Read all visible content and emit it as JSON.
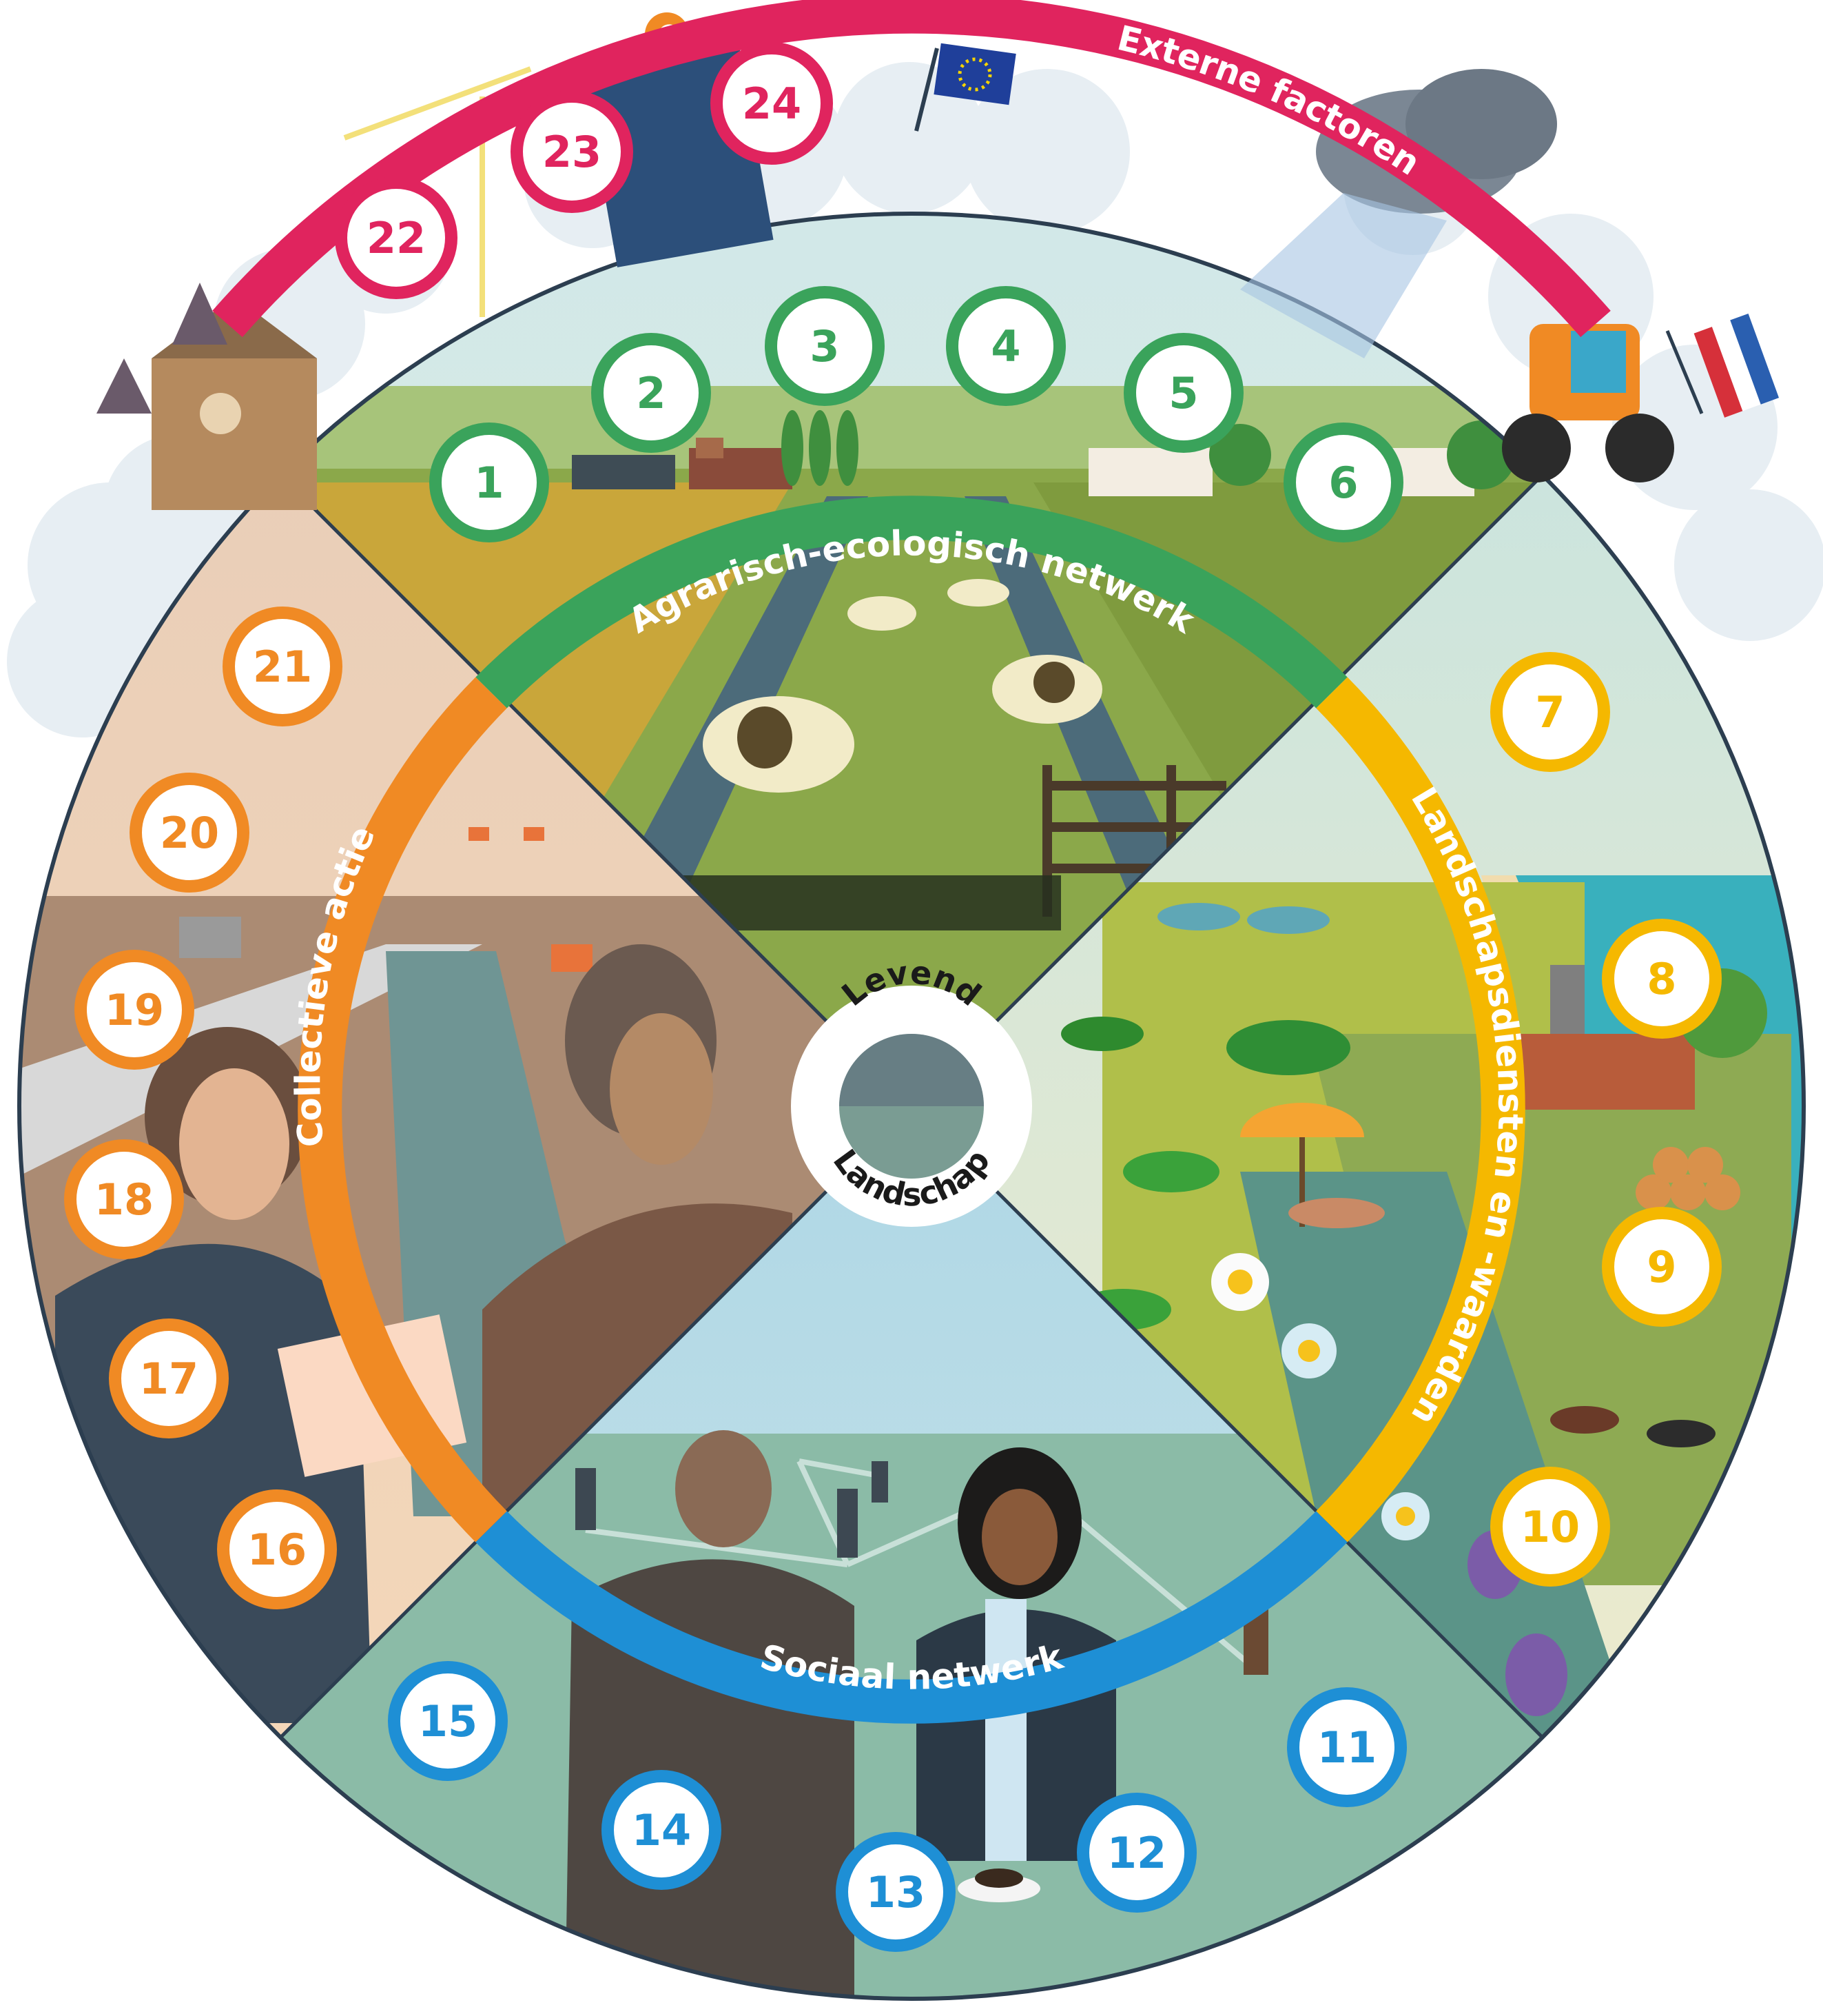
{
  "center": {
    "line1": "Levend",
    "line2": "Landschap"
  },
  "external": {
    "label": "Externe factoren",
    "color": "#e0245e",
    "items": [
      {
        "number": "22",
        "icon": "crane-icon"
      },
      {
        "number": "23",
        "icon": "euro-building-icon"
      },
      {
        "number": "24",
        "icon": "eu-flag-icon"
      }
    ],
    "other_icons": [
      "church-icon",
      "storm-cloud-icon",
      "tractor-icon",
      "dutch-flag-icon"
    ]
  },
  "quadrants": {
    "agrarisch": {
      "label": "Agrarisch-ecologisch netwerk",
      "color": "#3aa35b",
      "numbers": [
        "1",
        "2",
        "3",
        "4",
        "5",
        "6"
      ]
    },
    "landschap": {
      "label": "Landschapsdiensten en -waarden",
      "color": "#f5b800",
      "numbers": [
        "7",
        "8",
        "9",
        "10"
      ]
    },
    "sociaal": {
      "label": "Sociaal netwerk",
      "color": "#1e8fd5",
      "numbers": [
        "11",
        "12",
        "13",
        "14",
        "15"
      ]
    },
    "collectief": {
      "label": "Collectieve actie",
      "color": "#f08a24",
      "numbers": [
        "16",
        "17",
        "18",
        "19",
        "20",
        "21"
      ]
    }
  }
}
